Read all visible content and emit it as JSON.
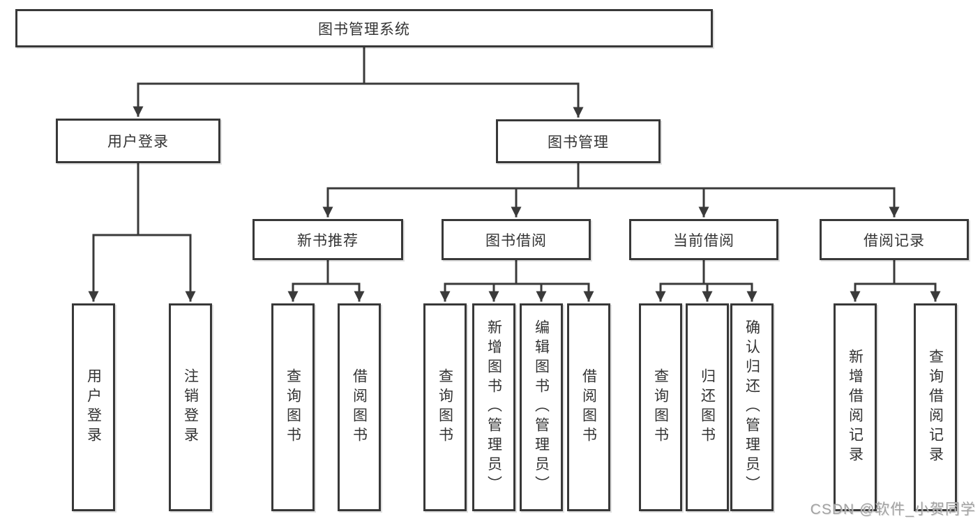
{
  "diagram": {
    "root": "图书管理系统",
    "level2": [
      "用户登录",
      "图书管理"
    ],
    "level3": [
      "新书推荐",
      "图书借阅",
      "当前借阅",
      "借阅记录"
    ],
    "leaves": {
      "user": [
        "用户登录",
        "注销登录"
      ],
      "recommend": [
        "查询图书",
        "借阅图书"
      ],
      "borrow": [
        "查询图书",
        "新增图书（管理员）",
        "编辑图书（管理员）",
        "借阅图书"
      ],
      "current": [
        "查询图书",
        "归还图书",
        "确认归还（管理员）"
      ],
      "records": [
        "新增借阅记录",
        "查询借阅记录"
      ]
    }
  },
  "watermark": "CSDN @软件_小贺同学",
  "colors": {
    "line": "#3a3a3a",
    "box_border": "#383838",
    "text": "#333333",
    "background": "#ffffff",
    "watermark": "#9e9e9e"
  }
}
